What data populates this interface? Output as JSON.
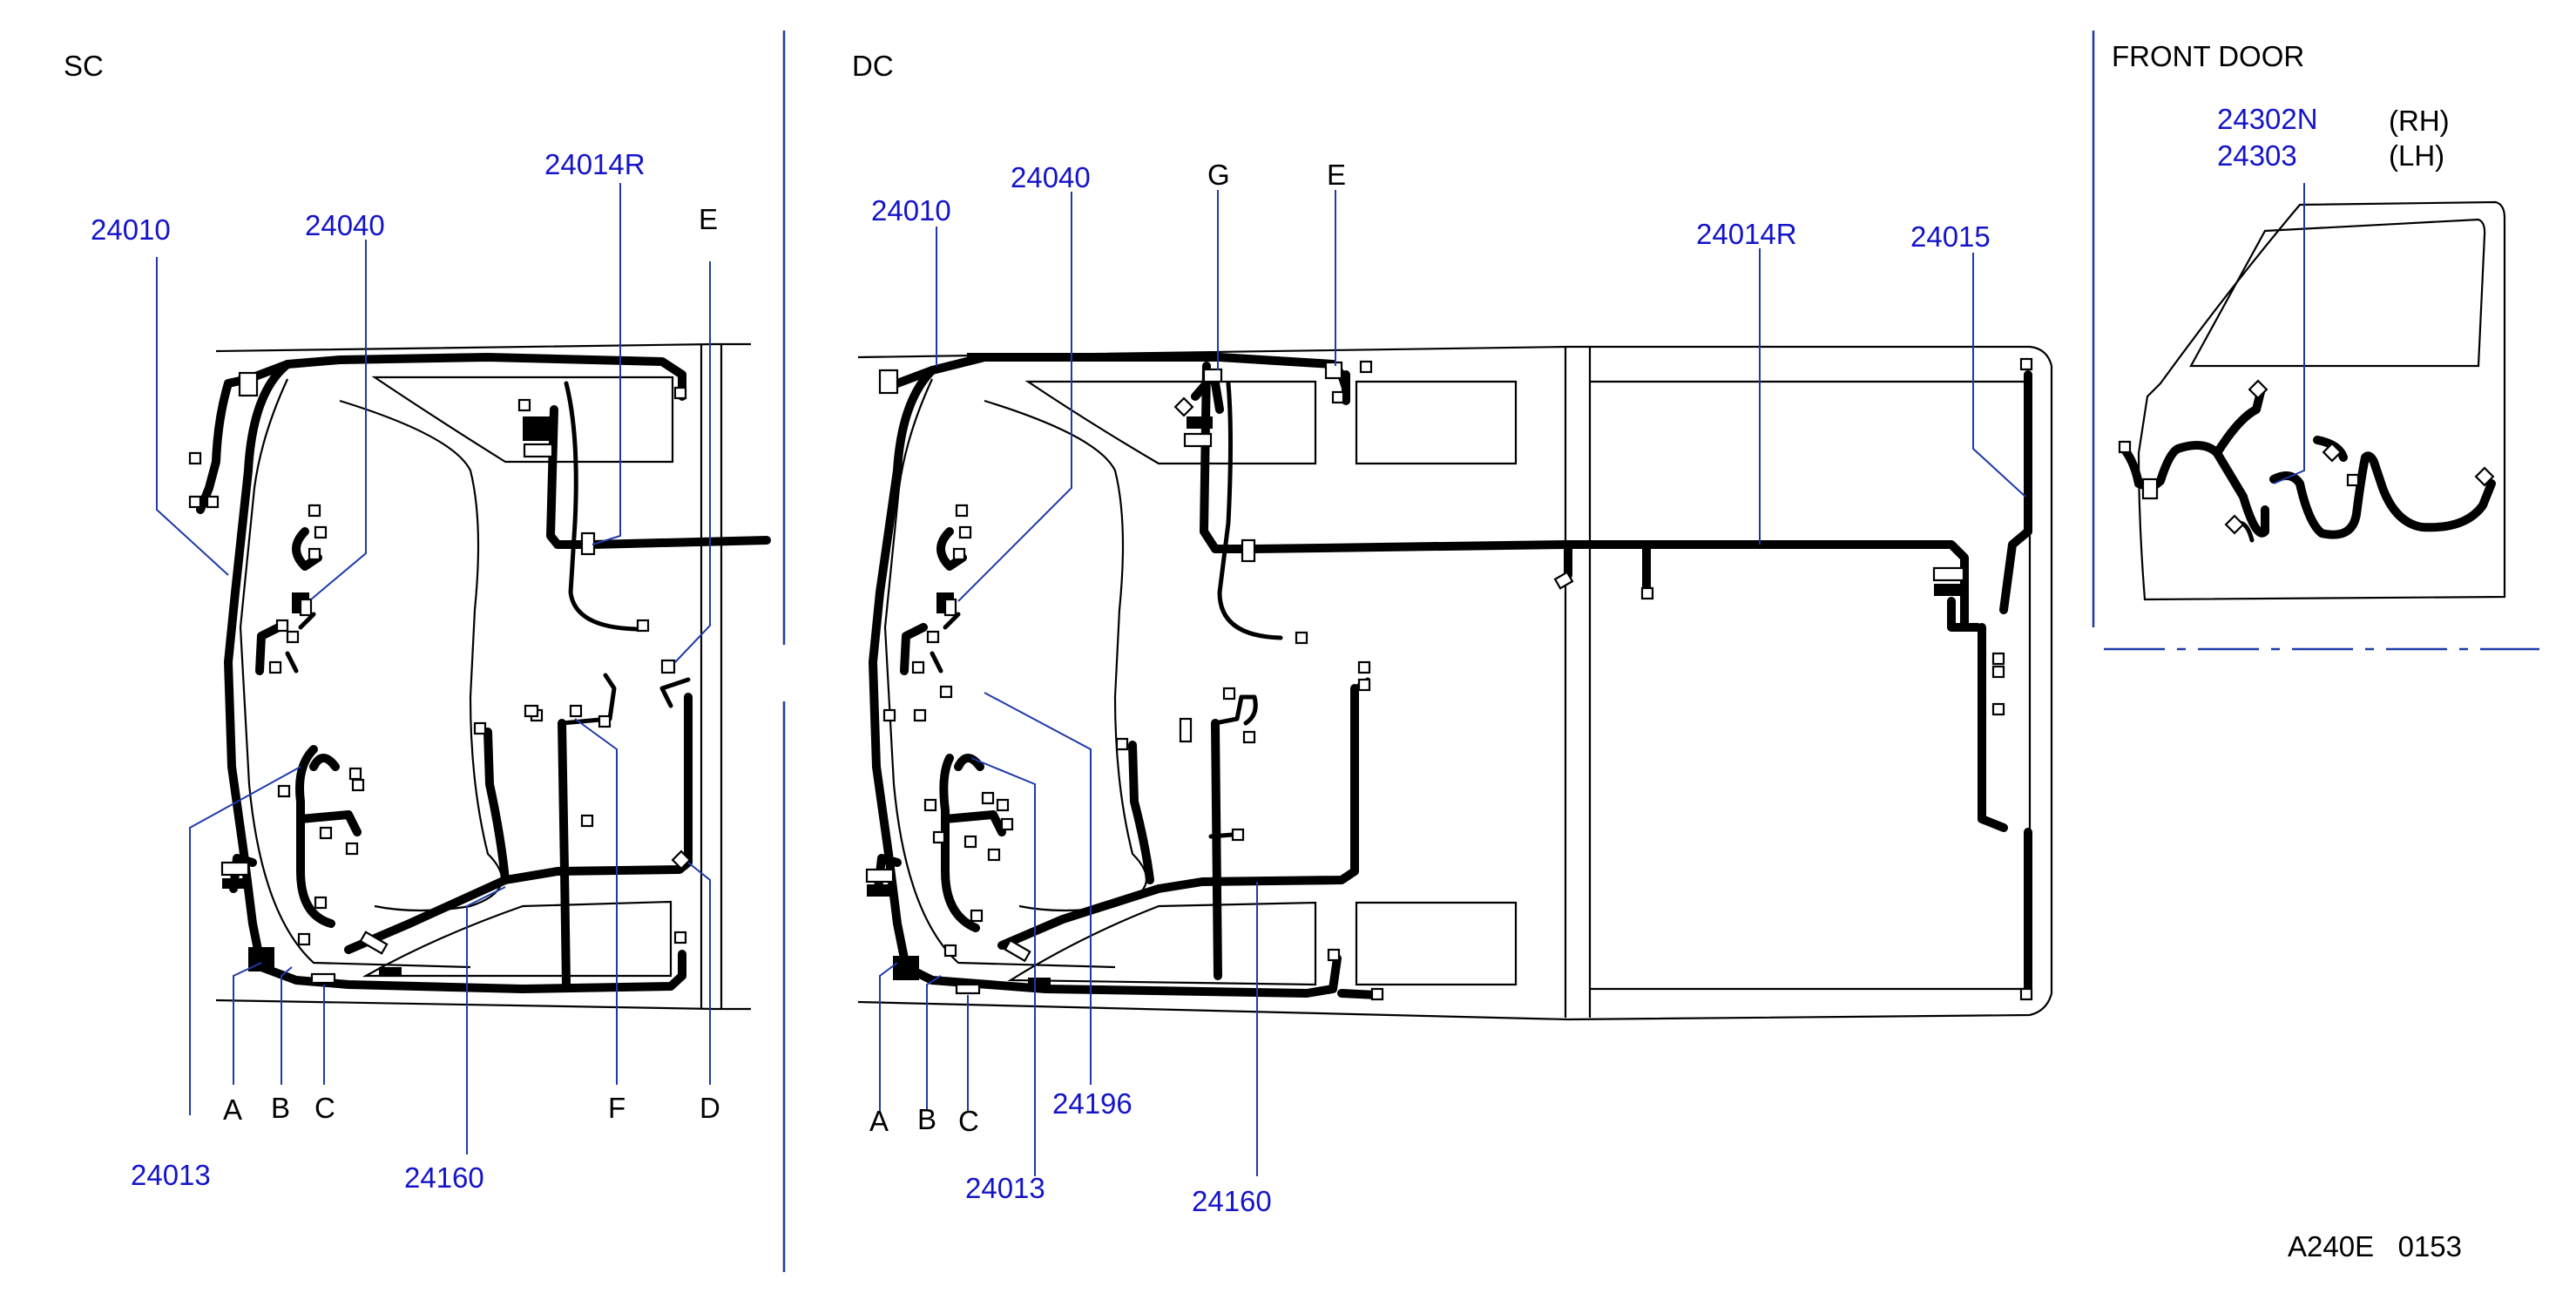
{
  "sections": {
    "sc": "SC",
    "dc": "DC",
    "front_door": "FRONT  DOOR"
  },
  "sc_labels": {
    "p24010": "24010",
    "p24040": "24040",
    "p24014R": "24014R",
    "e": "E",
    "p24013": "24013",
    "p24160": "24160",
    "a": "A",
    "b": "B",
    "c": "C",
    "f": "F",
    "d": "D"
  },
  "dc_labels": {
    "p24010": "24010",
    "p24040": "24040",
    "g": "G",
    "e": "E",
    "p24014R": "24014R",
    "p24015": "24015",
    "a": "A",
    "b": "B",
    "c": "C",
    "p24196": "24196",
    "p24013": "24013",
    "p24160": "24160"
  },
  "door_labels": {
    "p24302N": "24302N",
    "rh": "(RH)",
    "p24303": "24303",
    "lh": "(LH)"
  },
  "footer": {
    "code": "A240E   0153"
  },
  "colors": {
    "part_number": "#1414c8",
    "leader_line": "#1e3aa8",
    "wire": "#000000"
  }
}
